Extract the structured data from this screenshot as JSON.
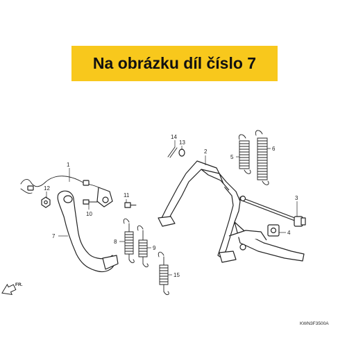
{
  "banner": {
    "text": "Na obrázku díl číslo 7",
    "color": "#f8c81c"
  },
  "diagram": {
    "callouts": [
      "1",
      "2",
      "3",
      "4",
      "5",
      "6",
      "7",
      "8",
      "9",
      "10",
      "11",
      "12",
      "13",
      "14",
      "15"
    ],
    "front_marker": "FR.",
    "drawing_code": "KWN3F3500A"
  }
}
